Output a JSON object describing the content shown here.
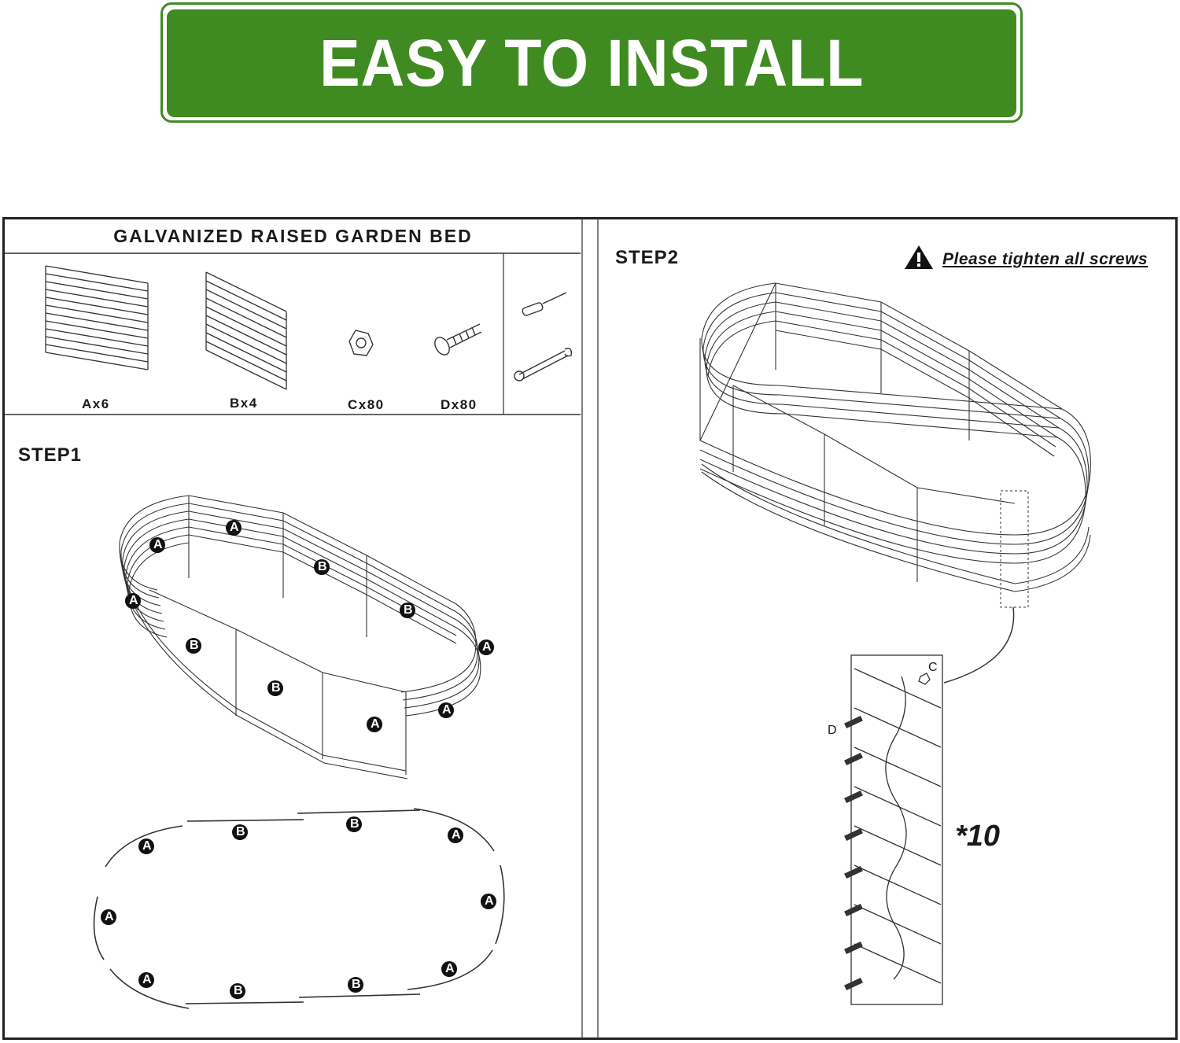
{
  "banner": {
    "title": "EASY TO INSTALL"
  },
  "parts": {
    "title": "GALVANIZED RAISED GARDEN BED",
    "items": [
      {
        "label": "Ax6"
      },
      {
        "label": "Bx4"
      },
      {
        "label": "Cx80"
      },
      {
        "label": "Dx80"
      }
    ]
  },
  "step1": {
    "title": "STEP1",
    "panel_a": "A",
    "panel_b": "B"
  },
  "step2": {
    "title": "STEP2",
    "note": "Please tighten all screws",
    "nut_label": "C",
    "screw_label": "D",
    "multiplier": "*10"
  },
  "colors": {
    "banner_green": "#3f8b22",
    "line": "#222222"
  }
}
